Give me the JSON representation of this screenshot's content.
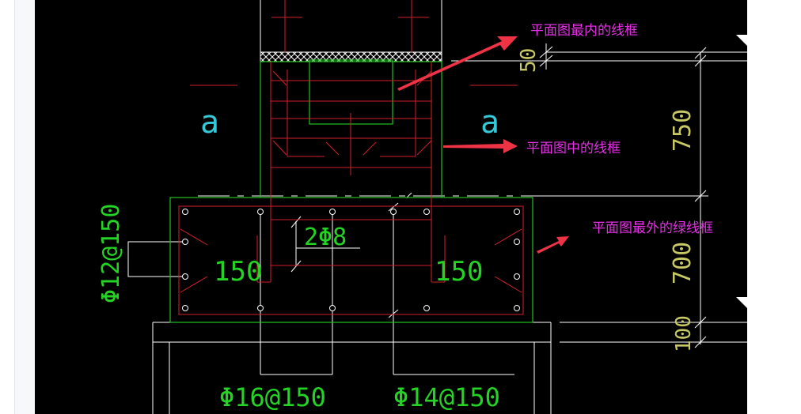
{
  "labels": {
    "section_mark_left": "a",
    "section_mark_right": "a",
    "rebar_stirrup": "2Φ8",
    "spacing_left": "150",
    "spacing_right": "150",
    "rebar_side": "Φ12@150",
    "rebar_bottom_left": "Φ16@150",
    "rebar_bottom_right": "Φ14@150",
    "dim_50": "50",
    "dim_750": "750",
    "dim_700": "700",
    "dim_100": "100"
  },
  "annotations": {
    "inner_frame": "平面图最内的线框",
    "middle_frame": "平面图中的线框",
    "outer_frame": "平面图最外的绿线框"
  },
  "colors": {
    "canvas": "#000000",
    "red_line": "#d4202a",
    "green_line": "#21c21f",
    "white_line": "#ffffff",
    "yellow_dim": "#c8c864",
    "cyan_mark": "#35c8d8",
    "green_text": "#24d424",
    "annotation_text": "#e62fe6",
    "arrow": "#ee3344"
  }
}
